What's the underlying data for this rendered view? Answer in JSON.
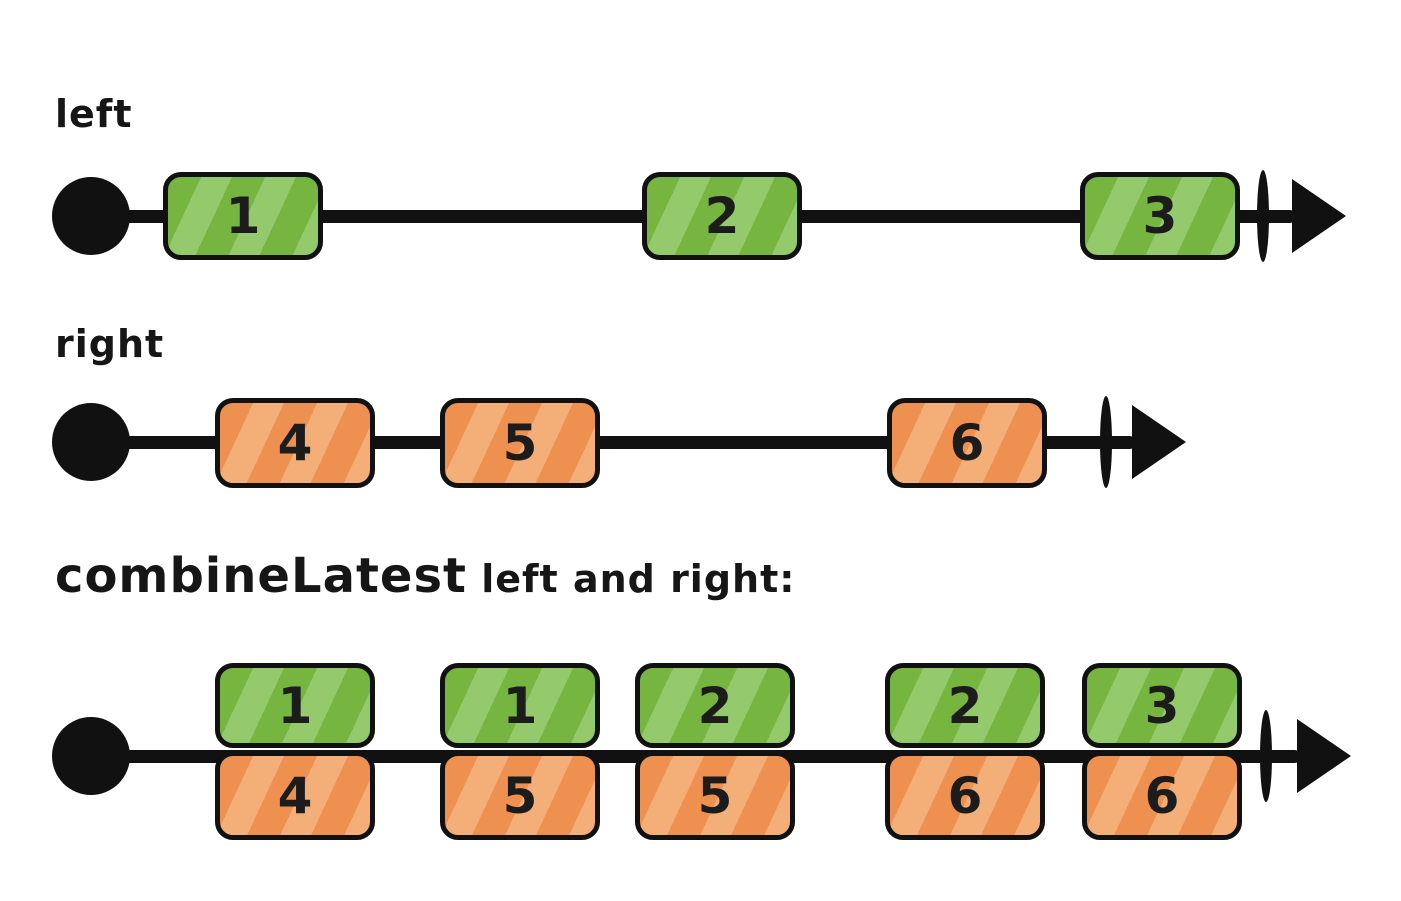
{
  "diagram": {
    "operator": {
      "bold": "combineLatest",
      "rest": " left and right:"
    },
    "left": {
      "label": "left",
      "marbles": [
        {
          "value": "1"
        },
        {
          "value": "2"
        },
        {
          "value": "3"
        }
      ]
    },
    "right": {
      "label": "right",
      "marbles": [
        {
          "value": "4"
        },
        {
          "value": "5"
        },
        {
          "value": "6"
        }
      ]
    },
    "combined": {
      "pairs": [
        {
          "left_value": "1",
          "right_value": "4"
        },
        {
          "left_value": "1",
          "right_value": "5"
        },
        {
          "left_value": "2",
          "right_value": "5"
        },
        {
          "left_value": "2",
          "right_value": "6"
        },
        {
          "left_value": "3",
          "right_value": "6"
        }
      ]
    }
  },
  "colors": {
    "background": "#ffffff",
    "outline": "#111111",
    "marble_green": "#76b53f",
    "marble_green_stripe": "#94c96c",
    "marble_orange": "#ee9050",
    "marble_orange_stripe": "#f4ae78"
  }
}
